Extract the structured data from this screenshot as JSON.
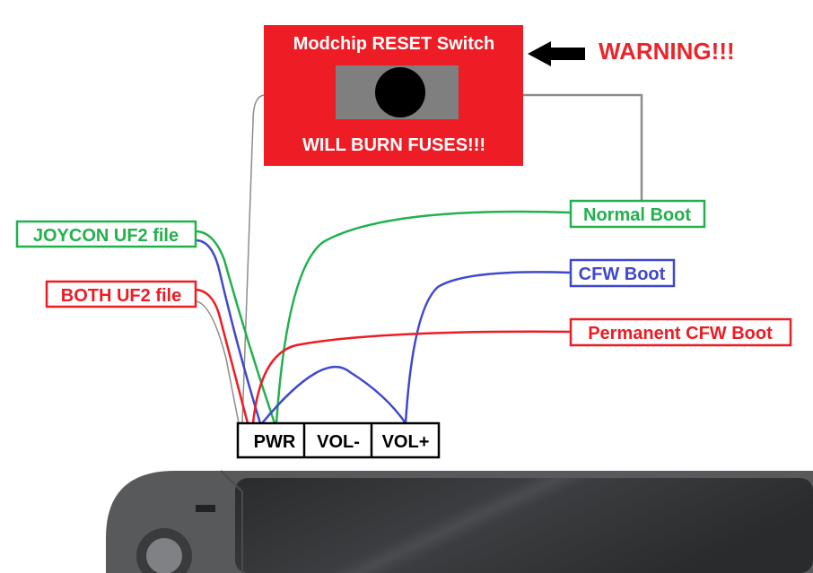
{
  "reset_box": {
    "title": "Modchip RESET Switch",
    "warning_text": "WILL BURN FUSES!!!",
    "bg_color": "#ee1c24"
  },
  "warning": {
    "text": "WARNING!!!",
    "color": "#e8262b",
    "icon": "arrow-left-icon"
  },
  "labels": {
    "normal_boot": "Normal Boot",
    "cfw_boot": "CFW Boot",
    "permanent_cfw_boot": "Permanent CFW Boot",
    "joycon_uf2": "JOYCON UF2 file",
    "both_uf2": "BOTH UF2 file"
  },
  "buttons": {
    "pwr": "PWR",
    "vol_minus": "VOL-",
    "vol_plus": "VOL+"
  },
  "colors": {
    "green": "#22b14c",
    "blue": "#3f48cc",
    "red": "#ed1c24",
    "gray": "#8c8c8c",
    "device_body": "#58595b"
  }
}
